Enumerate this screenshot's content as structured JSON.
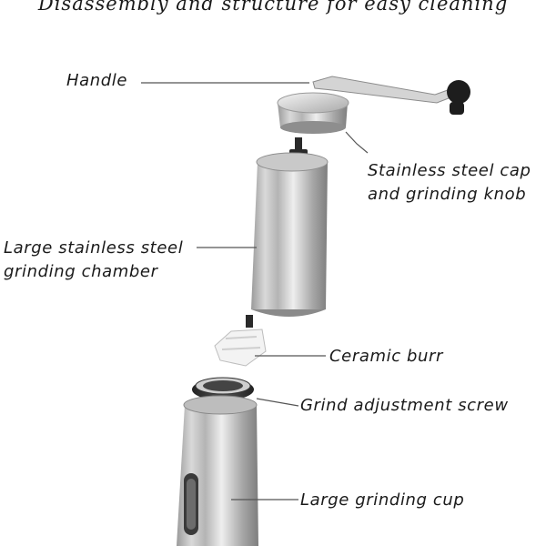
{
  "title": "Disassembly and structure for easy cleaning",
  "labels": {
    "handle": "Handle",
    "cap_line1": "Stainless steel cap",
    "cap_line2": "and grinding knob",
    "chamber_line1": "Large stainless steel",
    "chamber_line2": "grinding chamber",
    "burr": "Ceramic burr",
    "screw": "Grind adjustment screw",
    "cup": "Large grinding cup"
  },
  "colors": {
    "steel_light": "#e6e6e6",
    "steel_dark": "#8a8a8a",
    "knob": "#1c1c1c",
    "ceramic": "#f2f2f2"
  }
}
